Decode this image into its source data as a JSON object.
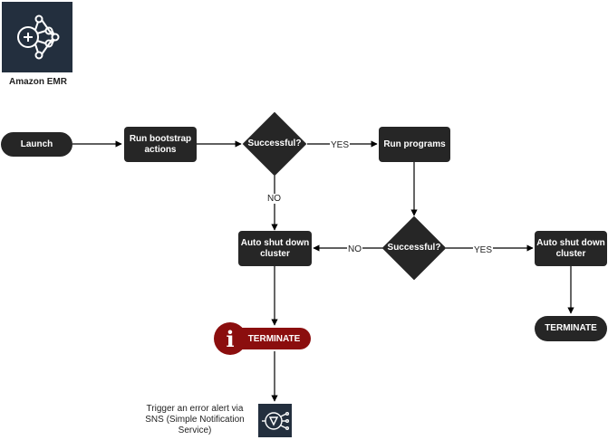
{
  "service": {
    "name": "Amazon EMR",
    "icon": "amazon-emr-icon"
  },
  "nodes": {
    "launch": "Launch",
    "bootstrap": "Run bootstrap actions",
    "decision1": "Successful?",
    "programs": "Run programs",
    "decision2": "Successful?",
    "shutdown_left": "Auto shut down cluster",
    "shutdown_right": "Auto shut down cluster",
    "terminate_error": "TERMINATE",
    "terminate_ok": "TERMINATE"
  },
  "edges": {
    "yes1": "YES",
    "no1": "NO",
    "no2": "NO",
    "yes2": "YES"
  },
  "alert": {
    "icon": "alert-icon",
    "symbol": "i",
    "text": "Trigger an error alert via SNS (Simple Notification Service)",
    "sns_icon": "sns-icon"
  },
  "colors": {
    "node": "#262626",
    "alert": "#8b0e0e",
    "aws_dark": "#232f3e"
  }
}
